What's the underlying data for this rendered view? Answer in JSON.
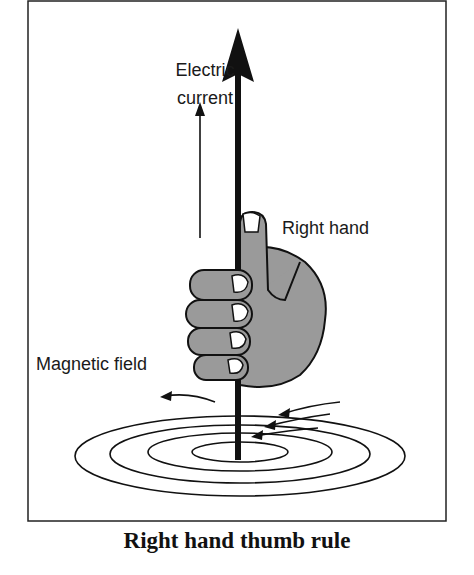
{
  "diagram": {
    "caption": "Right hand thumb rule",
    "labels": [
      "Electric current",
      "Right hand",
      "Magnetic field"
    ]
  }
}
